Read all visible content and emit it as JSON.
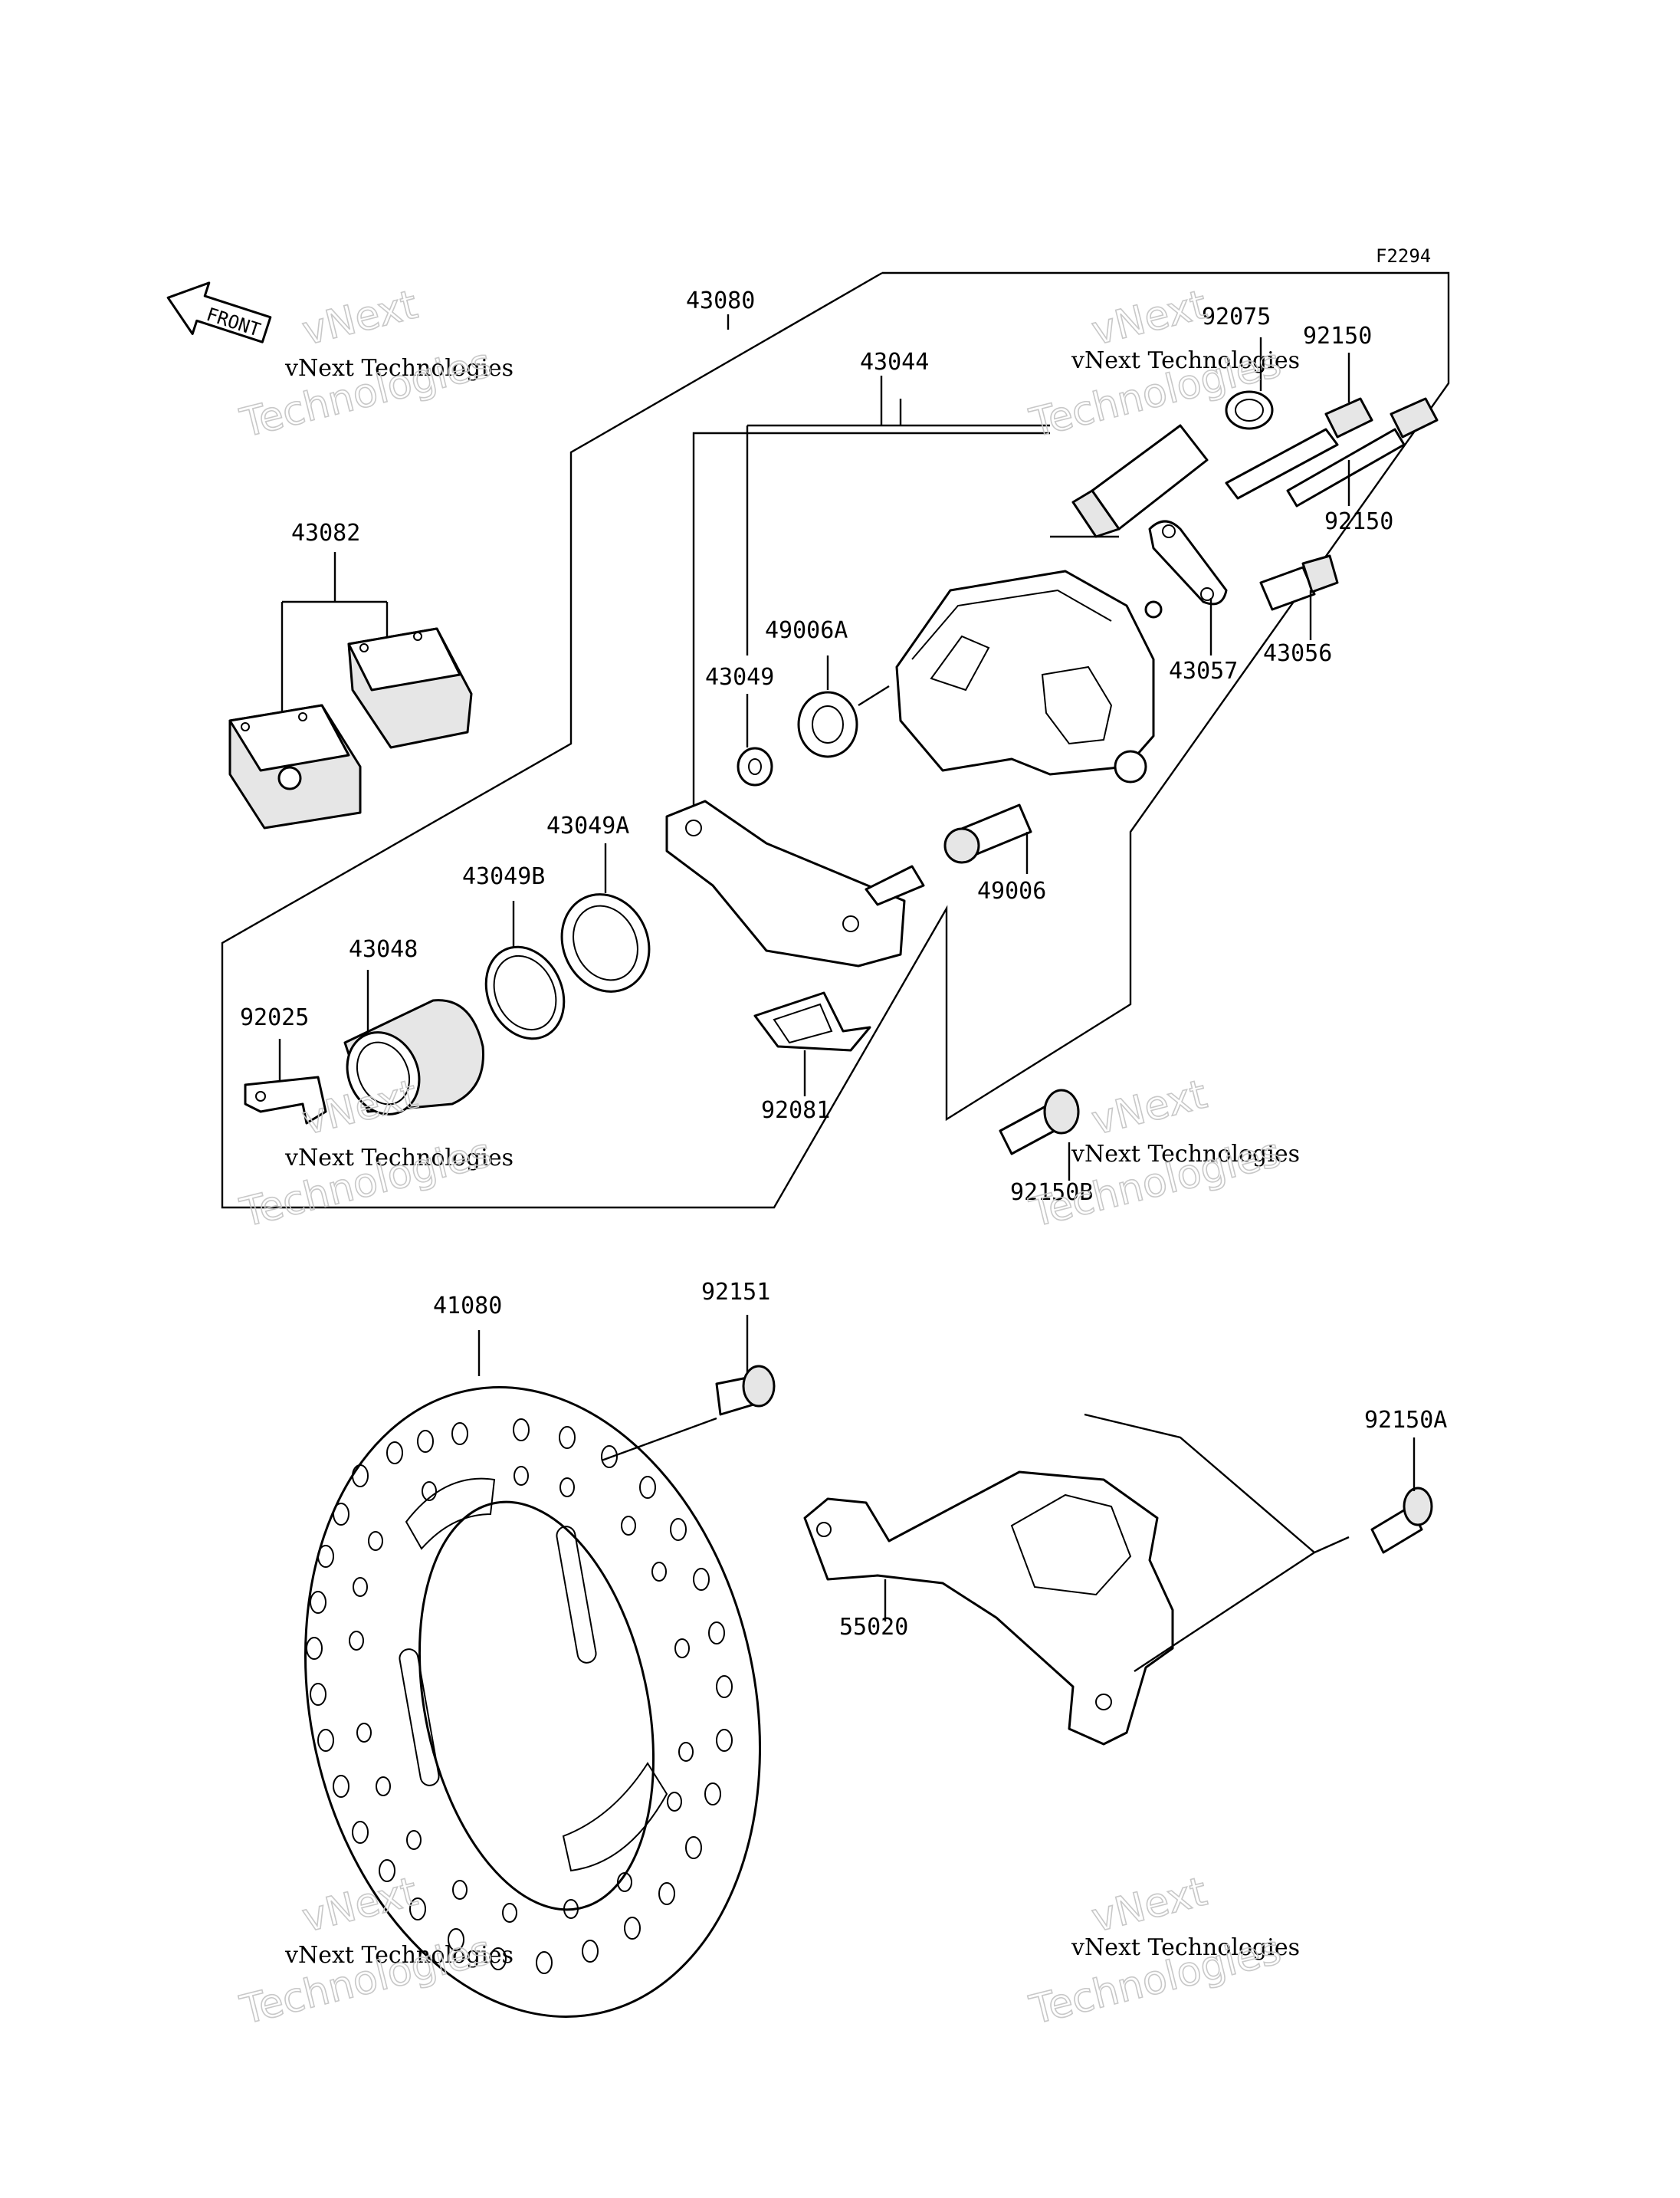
{
  "diagram": {
    "figure_code": "F2294",
    "front_arrow_label": "FRONT",
    "part_labels": {
      "p43080": "43080",
      "p43044": "43044",
      "p92075": "92075",
      "p92150_top": "92150",
      "p92150_bottom": "92150",
      "p43082": "43082",
      "p49006A": "49006A",
      "p43049": "43049",
      "p43057": "43057",
      "p43056": "43056",
      "p43049A": "43049A",
      "p43049B": "43049B",
      "p49006": "49006",
      "p43048": "43048",
      "p92025": "92025",
      "p92081": "92081",
      "p92150B": "92150B",
      "p41080": "41080",
      "p92151": "92151",
      "p92150A": "92150A",
      "p55020": "55020"
    },
    "watermark": {
      "line1": "vNext Technologies",
      "line2": "vNext",
      "line3": "Technologies"
    }
  }
}
